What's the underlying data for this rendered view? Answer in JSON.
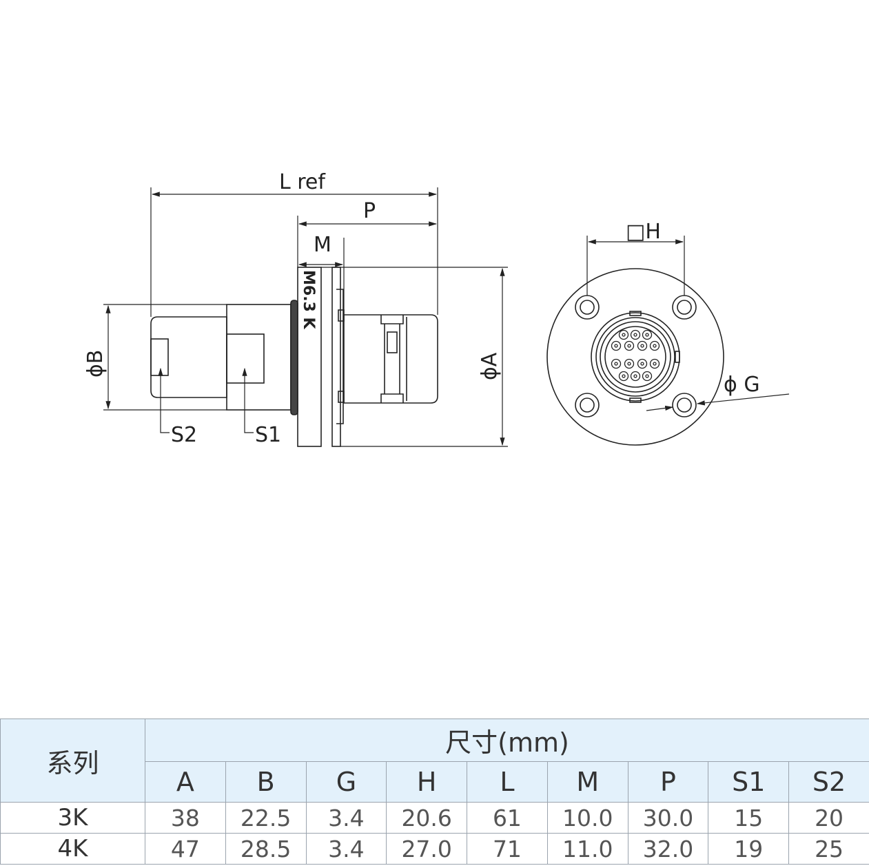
{
  "drawing": {
    "labels": {
      "l_ref": "L ref",
      "p": "P",
      "m": "M",
      "phi_b": "ϕB",
      "phi_a": "ϕA",
      "s1": "S1",
      "s2": "S2",
      "square_h": "□H",
      "phi_g": "ϕ G",
      "nut_marking": "M6.3 K"
    }
  },
  "table": {
    "series_header": "系列",
    "group_header": "尺寸(mm)",
    "columns": [
      "A",
      "B",
      "G",
      "H",
      "L",
      "M",
      "P",
      "S1",
      "S2"
    ],
    "rows": [
      {
        "name": "3K",
        "values": [
          "38",
          "22.5",
          "3.4",
          "20.6",
          "61",
          "10.0",
          "30.0",
          "15",
          "20"
        ]
      },
      {
        "name": "4K",
        "values": [
          "47",
          "28.5",
          "3.4",
          "27.0",
          "71",
          "11.0",
          "32.0",
          "19",
          "25"
        ]
      }
    ]
  }
}
